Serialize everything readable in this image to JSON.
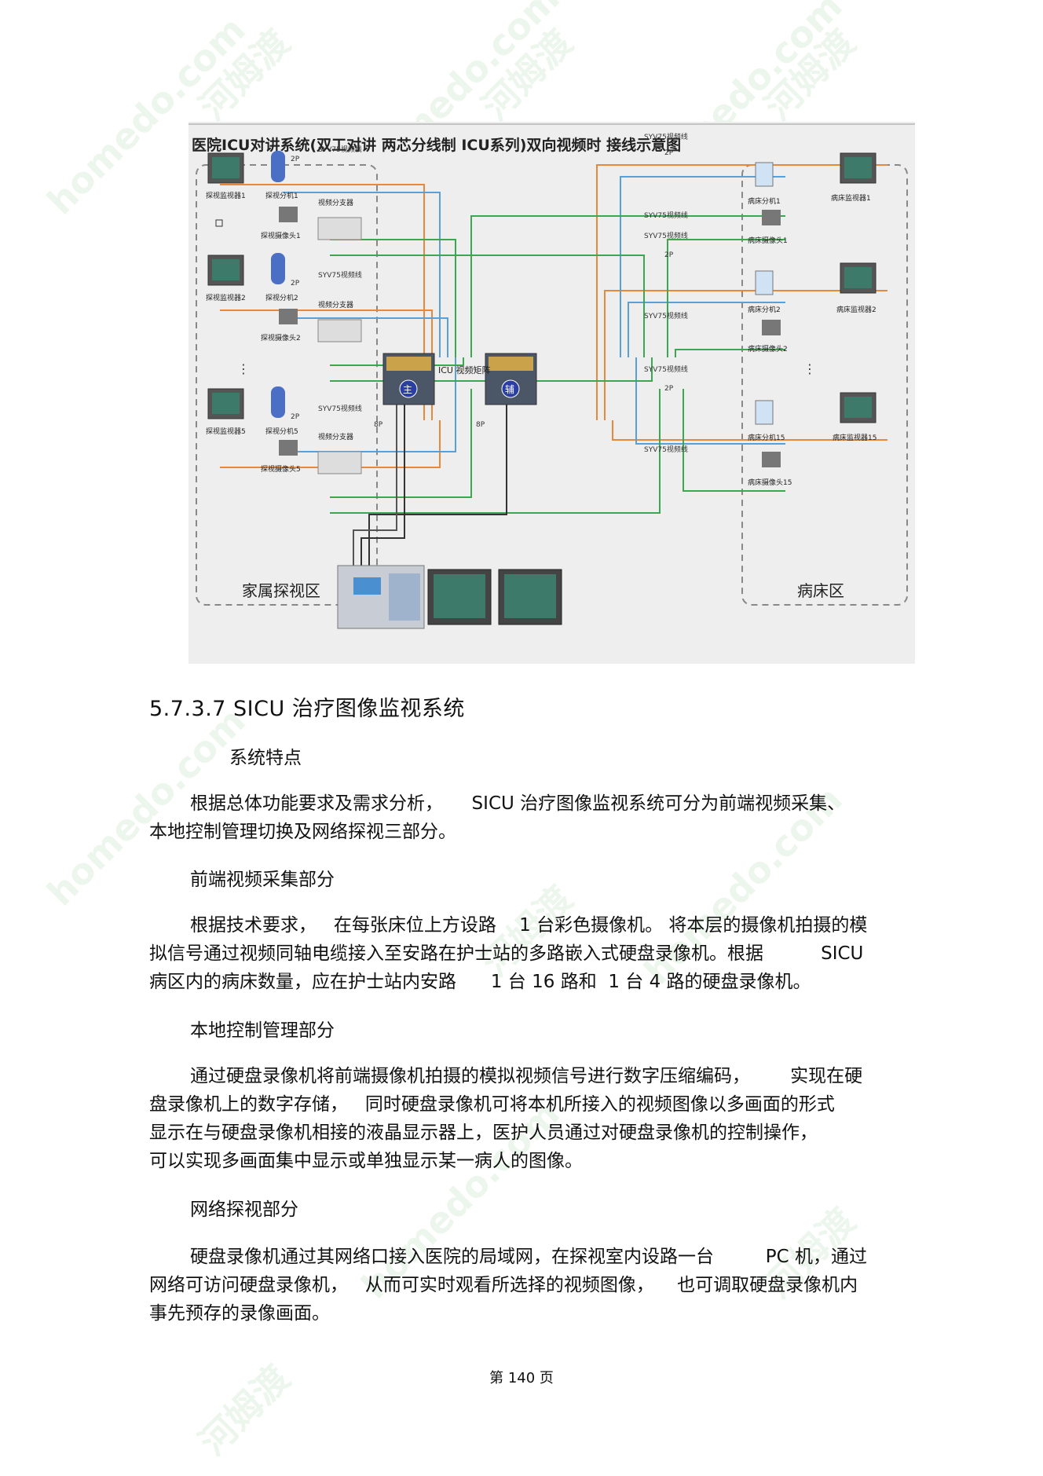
{
  "figure": {
    "title": "医院ICU对讲系统(双工对讲 两芯分线制 ICU系列)双向视频时 接线示意图",
    "left_zone_label": "家属探视区",
    "right_zone_label": "病床区",
    "matrix_label": "ICU 视频矩阵",
    "main_badge": "主",
    "aux_badge": "辅",
    "cable_label": "SYV75视频线",
    "splitter_label": "视频分支器",
    "wire_2p": "2P",
    "wire_8p": "8P",
    "left_units": [
      {
        "monitor": "探视监视器1",
        "phone": "探视分机1",
        "camera": "探视摄像头1"
      },
      {
        "monitor": "探视监视器2",
        "phone": "探视分机2",
        "camera": "探视摄像头2"
      },
      {
        "monitor": "探视监视器5",
        "phone": "探视分机5",
        "camera": "探视摄像头5"
      }
    ],
    "right_units": [
      {
        "phone": "病床分机1",
        "monitor": "病床监视器1",
        "camera": "病床摄像头1"
      },
      {
        "phone": "病床分机2",
        "monitor": "病床监视器2",
        "camera": "病床摄像头2"
      },
      {
        "phone": "病床分机15",
        "monitor": "病床监视器15",
        "camera": "病床摄像头15"
      }
    ],
    "colors": {
      "orange": "#e8883a",
      "blue": "#5aa0d8",
      "green": "#3aa850",
      "dark": "#333333"
    }
  },
  "section_heading": "5.7.3.7 SICU  治疗图像监视系统",
  "subheadings": {
    "features": "系统特点",
    "front_end": "前端视频采集部分",
    "local": "本地控制管理部分",
    "network": "网络探视部分"
  },
  "paragraphs": {
    "intro": "根据总体功能要求及需求分析，     SICU 治疗图像监视系统可分为前端视频采集、\n本地控制管理切换及网络探视三部分。",
    "front_end": "根据技术要求，   在每张床位上方设路    1 台彩色摄像机。 将本层的摄像机拍摄的模\n拟信号通过视频同轴电缆接入至安路在护士站的多路嵌入式硬盘录像机。根据          SICU\n病区内的病床数量，应在护士站内安路      1 台 16 路和  1 台 4 路的硬盘录像机。",
    "local": "通过硬盘录像机将前端摄像机拍摄的模拟视频信号进行数字压缩编码，       实现在硬\n盘录像机上的数字存储，   同时硬盘录像机可将本机所接入的视频图像以多画面的形式\n显示在与硬盘录像机相接的液晶显示器上，医护人员通过对硬盘录像机的控制操作，\n可以实现多画面集中显示或单独显示某一病人的图像。",
    "network": "硬盘录像机通过其网络口接入医院的局域网，在探视室内设路一台         PC 机，通过\n网络可访问硬盘录像机，   从而可实时观看所选择的视频图像，    也可调取硬盘录像机内\n事先预存的录像画面。"
  },
  "footer": "第 140 页",
  "watermark": [
    "homedo.com",
    "河姆渡"
  ]
}
